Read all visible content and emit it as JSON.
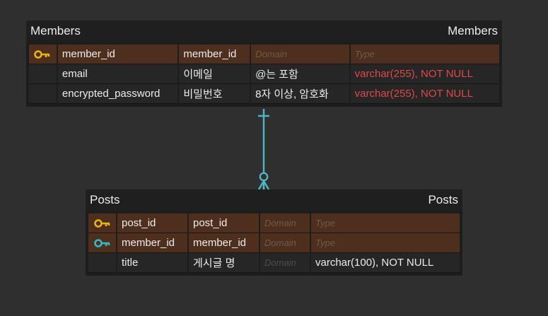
{
  "members": {
    "logical_name": "Members",
    "physical_name": "Members",
    "rows": [
      {
        "key": "pk",
        "key_icon": "key-icon",
        "logical": "member_id",
        "physical": "member_id",
        "domain": "Domain",
        "type": "Type",
        "type_placeholder": true
      },
      {
        "key": "",
        "logical": "email",
        "physical": "이메일",
        "domain": "@는 포함",
        "type": "varchar(255), NOT NULL",
        "type_placeholder": false
      },
      {
        "key": "",
        "logical": "encrypted_password",
        "physical": "비밀번호",
        "domain": "8자 이상, 암호화",
        "type": "varchar(255), NOT NULL",
        "type_placeholder": false
      }
    ]
  },
  "posts": {
    "logical_name": "Posts",
    "physical_name": "Posts",
    "rows": [
      {
        "key": "pk",
        "key_icon": "key-icon",
        "logical": "post_id",
        "physical": "post_id",
        "domain": "Domain",
        "type": "Type"
      },
      {
        "key": "fk",
        "key_icon": "foreign-key-icon",
        "logical": "member_id",
        "physical": "member_id",
        "domain": "Domain",
        "type": "Type"
      },
      {
        "key": "",
        "logical": "title",
        "physical": "게시글 명",
        "domain": "Domain",
        "type": "varchar(100), NOT NULL"
      }
    ]
  },
  "colors": {
    "background": "#2f2f2f",
    "pk_row": "#4e2f1e",
    "pk_key": "#e8b21d",
    "fk_key": "#33b9c6",
    "relationship_line": "#4fb6c4",
    "type_red": "#e04848"
  },
  "relationship": {
    "from": "Members",
    "to": "Posts",
    "cardinality": "one-to-zero-or-many"
  }
}
